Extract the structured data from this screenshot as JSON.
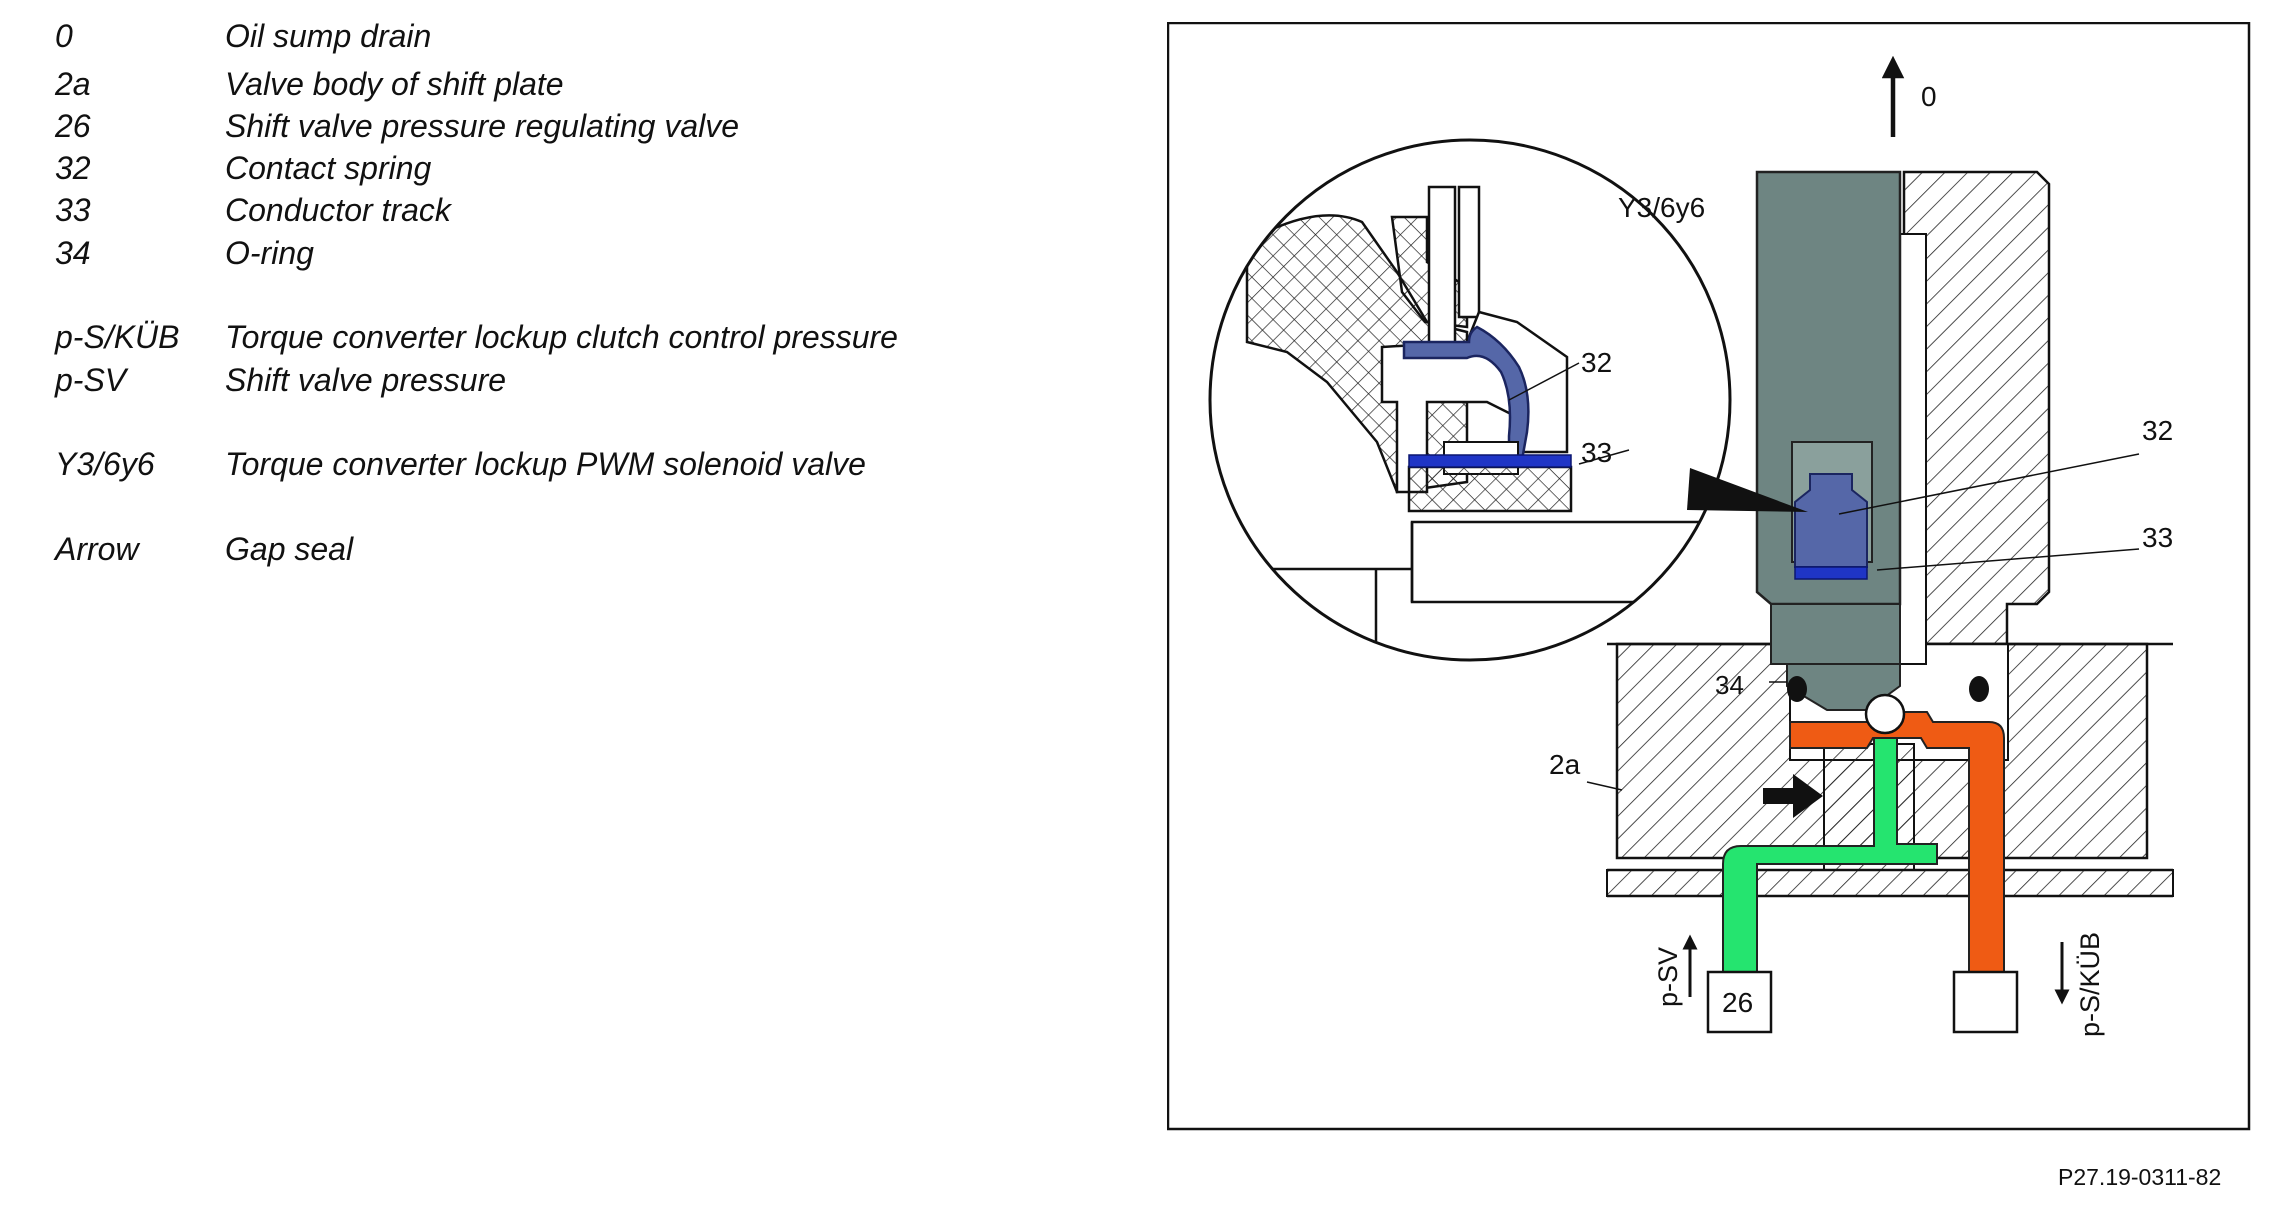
{
  "legend": [
    {
      "code": "0",
      "desc": "Oil sump drain"
    },
    {
      "code": "2a",
      "desc": "Valve body of shift plate"
    },
    {
      "code": "26",
      "desc": "Shift valve pressure regulating valve"
    },
    {
      "code": "32",
      "desc": "Contact spring"
    },
    {
      "code": "33",
      "desc": "Conductor track"
    },
    {
      "code": "34",
      "desc": "O-ring"
    },
    {
      "code": "p-S/KÜB",
      "desc": "Torque converter lockup clutch control pressure"
    },
    {
      "code": "p-SV",
      "desc": "Shift valve pressure"
    },
    {
      "code": "Y3/6y6",
      "desc": "Torque converter lockup PWM solenoid valve"
    },
    {
      "code": "Arrow",
      "desc": "Gap seal"
    }
  ],
  "diagram_labels": {
    "oil_drain": "0",
    "solenoid": "Y3/6y6",
    "spring_detail": "32",
    "track_detail": "33",
    "spring": "32",
    "track": "33",
    "oring": "34",
    "valve_body": "2a",
    "shift_valve": "26",
    "shift_pressure": "p-SV",
    "converter_pressure": "p-S/KÜB"
  },
  "figure_ref": "P27.19-0311-82",
  "colors": {
    "solenoid_body": "#6e8582",
    "spring": "#5567a8",
    "conductor": "#1f35c6",
    "pressure_green": "#25e46f",
    "pressure_orange": "#ef5b14"
  }
}
